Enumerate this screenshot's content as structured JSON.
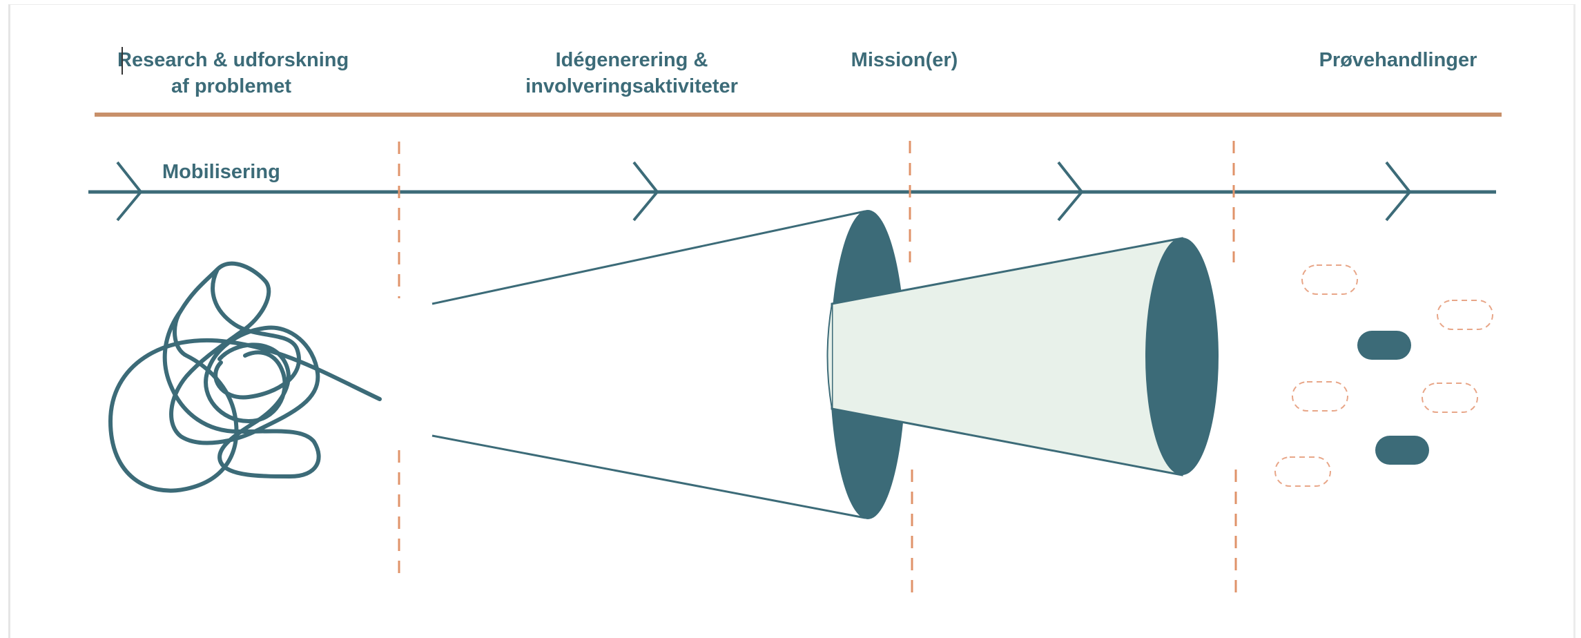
{
  "phases": {
    "research": {
      "line1": "Research & udforskning",
      "line2": "af problemet"
    },
    "ideation": {
      "line1": "Idégenerering &",
      "line2": "involveringsaktiviteter"
    },
    "mission": {
      "line1": "Mission(er)"
    },
    "trials": {
      "line1": "Prøvehandlinger"
    }
  },
  "timeline": {
    "mobilisation_label": "Mobilisering"
  },
  "colors": {
    "primary_teal": "#3c6b78",
    "accent_orange": "#c8906a",
    "cone_fill": "#e8f1ea",
    "dashed_orange": "#e0936a"
  }
}
